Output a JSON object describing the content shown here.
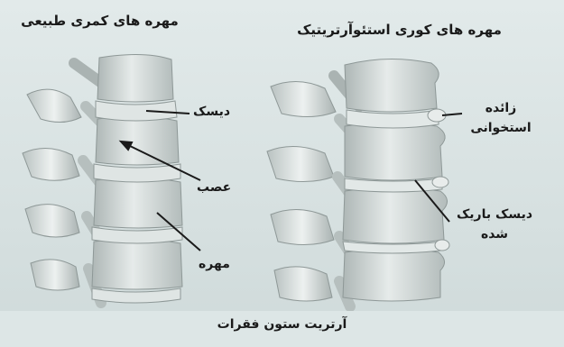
{
  "headers": {
    "normal": "مهره های کمری طبیعی",
    "arthritic": "مهره های کوری استئوآرتریتیک"
  },
  "left_labels": {
    "disc": "دیسک",
    "nerve": "عصب",
    "vertebra": "مهره"
  },
  "right_labels": {
    "bone_spur_line1": "زائده",
    "bone_spur_line2": "استخوانی",
    "thin_disc_line1": "دیسک باریک",
    "thin_disc_line2": "شده"
  },
  "caption": "آرتریت ستون فقرات",
  "colors": {
    "background": "#d7e1e1",
    "bone": "#c9d0cf",
    "bone_shade": "#9fa8a7",
    "text": "#1a1a1a"
  }
}
